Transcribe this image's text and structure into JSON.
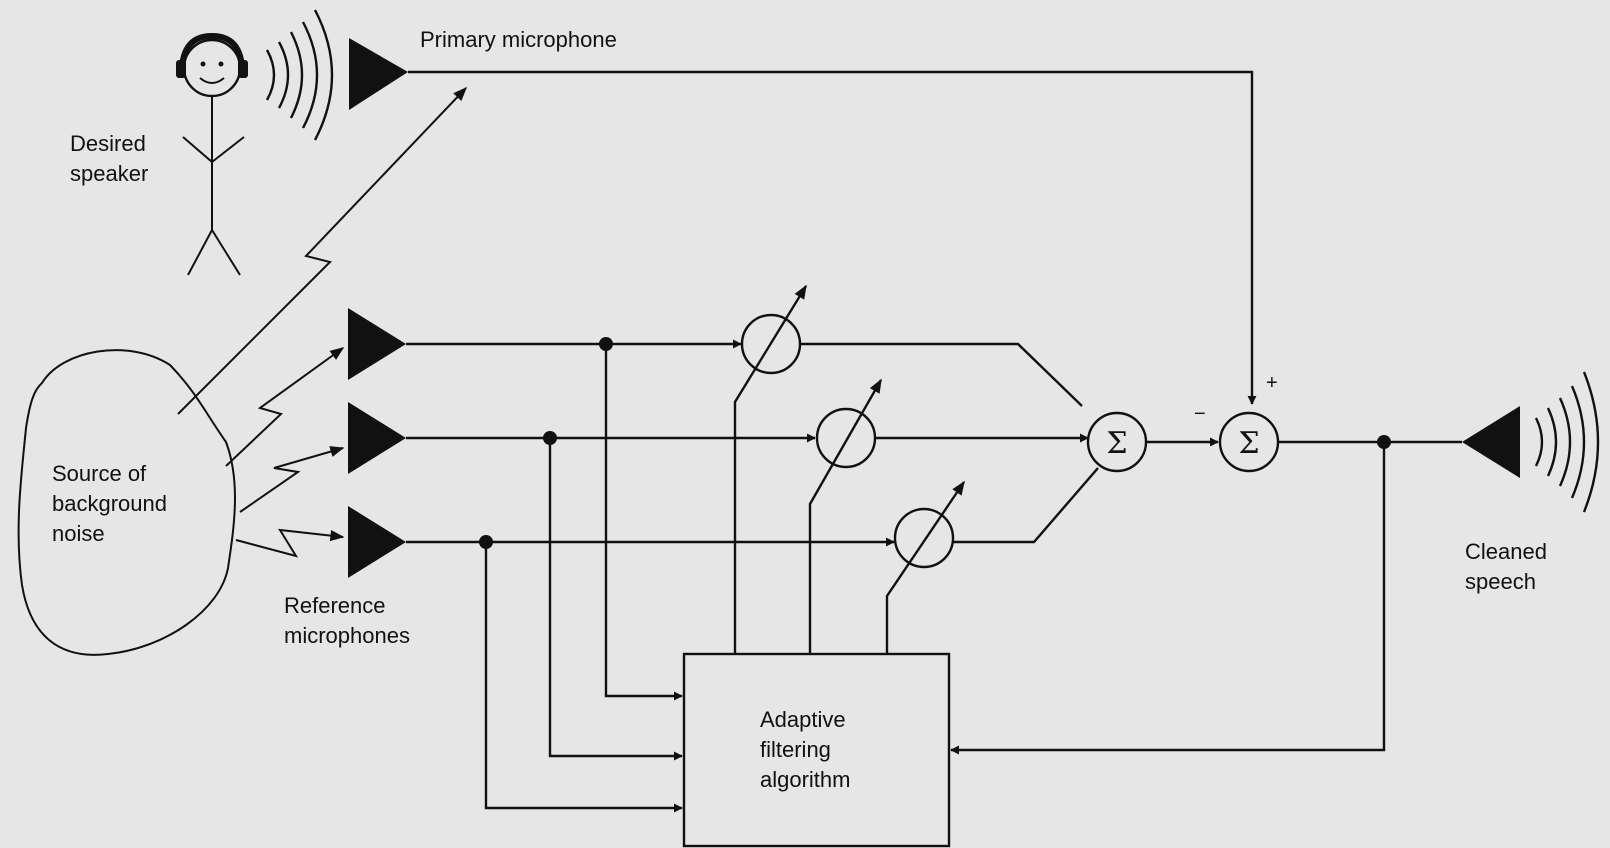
{
  "labels": {
    "primary_microphone": "Primary microphone",
    "desired_speaker": [
      "Desired",
      "speaker"
    ],
    "noise_source": [
      "Source of",
      "background",
      "noise"
    ],
    "reference_microphones": [
      "Reference",
      "microphones"
    ],
    "cleaned_speech": [
      "Cleaned",
      "speech"
    ],
    "algorithm": [
      "Adaptive",
      "filtering",
      "algorithm"
    ],
    "summation_symbol": "Σ",
    "plus_sign": "+",
    "minus_sign": "−"
  },
  "colors": {
    "background": "#e6e6e6",
    "ink": "#111111"
  }
}
